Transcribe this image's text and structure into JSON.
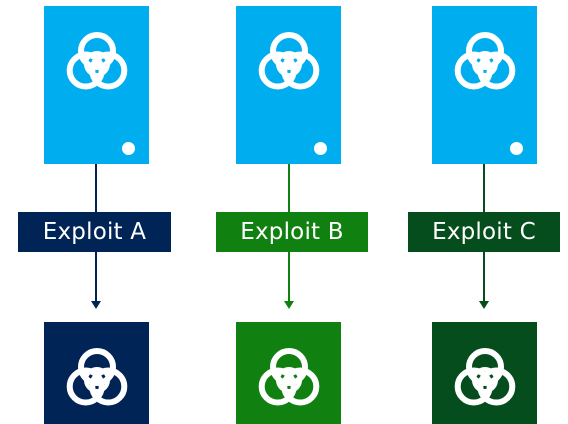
{
  "columns": [
    {
      "label": "Exploit A",
      "color": "#012457"
    },
    {
      "label": "Exploit B",
      "color": "#108110"
    },
    {
      "label": "Exploit C",
      "color": "#054d1c"
    }
  ],
  "server_color": "#00adef",
  "icons": {
    "server": "biohazard-icon",
    "target": "biohazard-icon",
    "indicator": "status-dot"
  }
}
